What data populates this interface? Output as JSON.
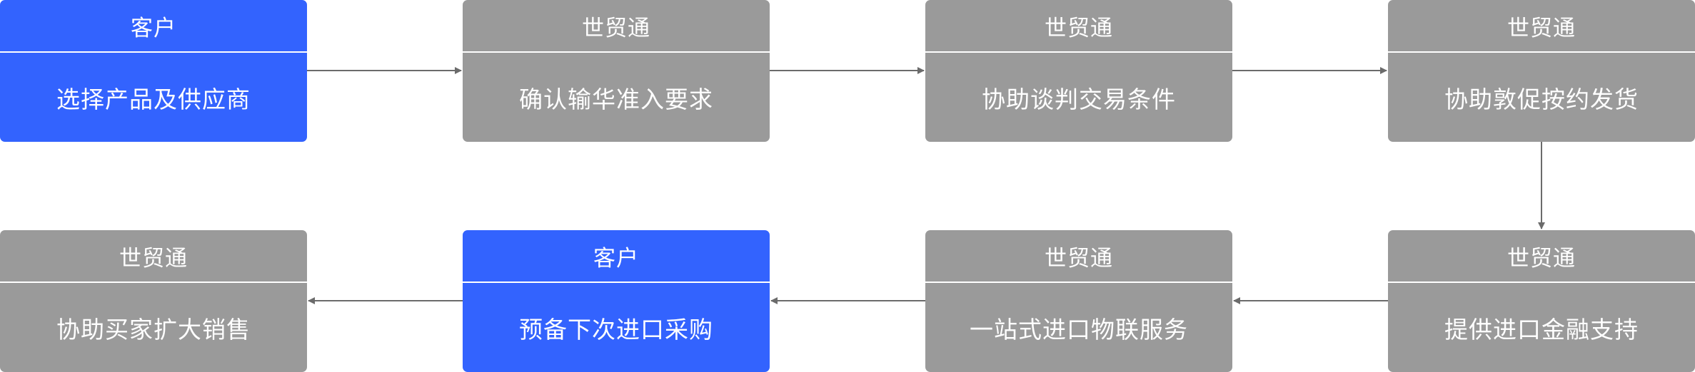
{
  "colors": {
    "customer": "#3363fe",
    "service": "#9a9a9a",
    "arrow": "#6b6b6b"
  },
  "steps": [
    {
      "role": "客户",
      "task": "选择产品及供应商"
    },
    {
      "role": "世贸通",
      "task": "确认输华准入要求"
    },
    {
      "role": "世贸通",
      "task": "协助谈判交易条件"
    },
    {
      "role": "世贸通",
      "task": "协助敦促按约发货"
    },
    {
      "role": "世贸通",
      "task": "提供进口金融支持"
    },
    {
      "role": "世贸通",
      "task": "一站式进口物联服务"
    },
    {
      "role": "客户",
      "task": "预备下次进口采购"
    },
    {
      "role": "世贸通",
      "task": "协助买家扩大销售"
    }
  ]
}
